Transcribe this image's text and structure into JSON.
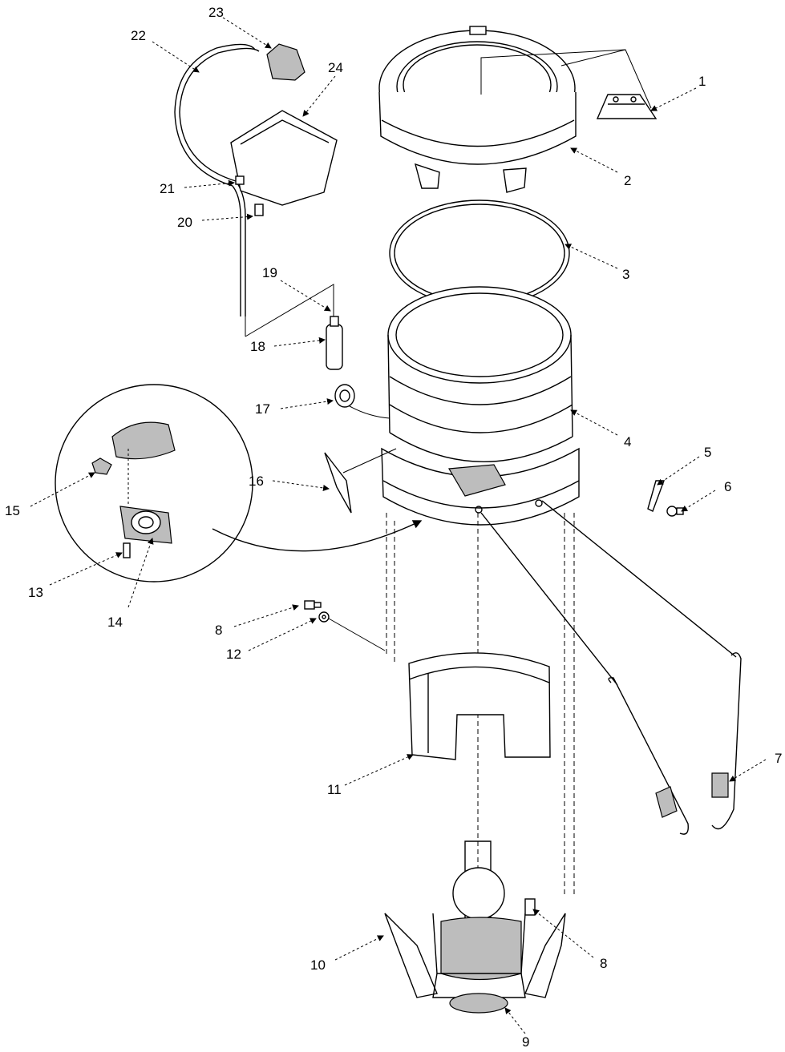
{
  "callouts": {
    "c1": "1",
    "c2": "2",
    "c3": "3",
    "c4": "4",
    "c5": "5",
    "c6": "6",
    "c7": "7",
    "c8a": "8",
    "c8b": "8",
    "c9": "9",
    "c10": "10",
    "c11": "11",
    "c12": "12",
    "c13": "13",
    "c14": "14",
    "c15": "15",
    "c16": "16",
    "c17": "17",
    "c18": "18",
    "c19": "19",
    "c20": "20",
    "c21": "21",
    "c22": "22",
    "c23": "23",
    "c24": "24"
  },
  "icons": {
    "line_style": "black line-art exploded parts view",
    "callout_leader": "arrow leader"
  }
}
